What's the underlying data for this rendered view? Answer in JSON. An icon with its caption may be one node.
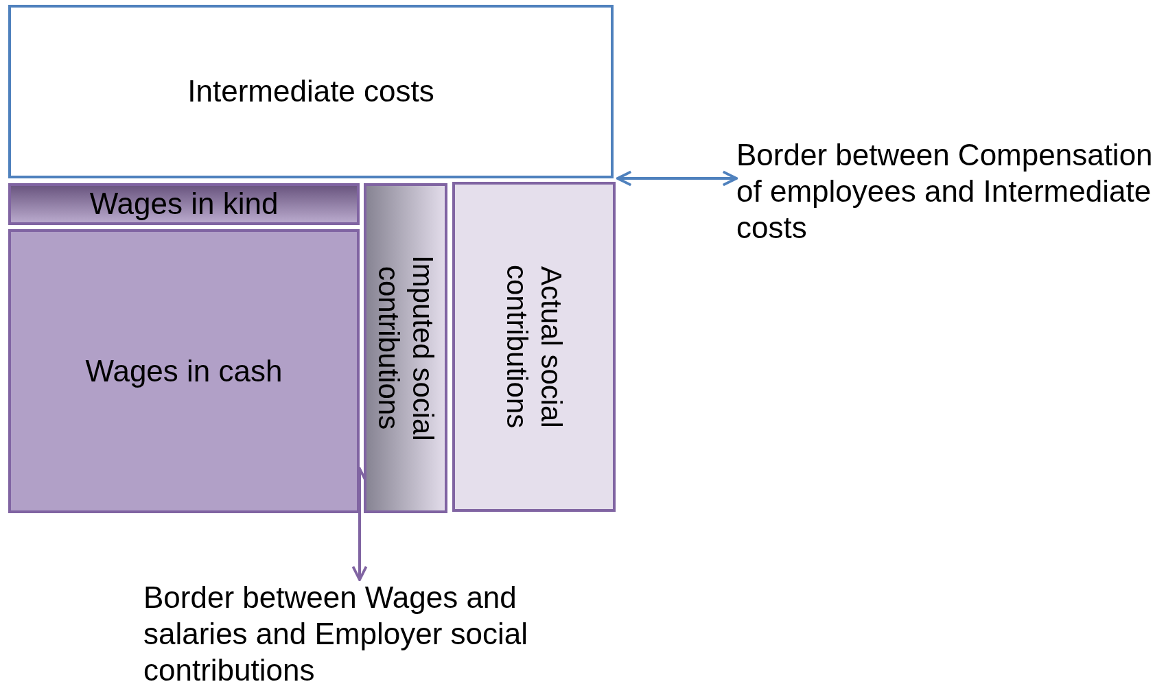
{
  "diagram": {
    "nodes": [
      {
        "text": [
          "Intermediate costs"
        ]
      },
      {
        "text": [
          "Wages in kind"
        ]
      },
      {
        "text": [
          "Imputed social contributions"
        ]
      },
      {
        "text": [
          "Actual social contributions"
        ]
      },
      {
        "text": [
          "Wages in cash"
        ]
      },
      {
        "text": [
          "Border between Compensation of employees and Intermediate costs"
        ]
      },
      {
        "text": [
          "Border between Wages and salaries and Employer social contributions"
        ]
      }
    ],
    "edges": [
      {
        "from": 3,
        "to": 5,
        "arrow": "both",
        "color": "#4f81bd"
      },
      {
        "from": 2,
        "to": 6,
        "arrow": "both",
        "color": "#8064a2"
      }
    ]
  }
}
